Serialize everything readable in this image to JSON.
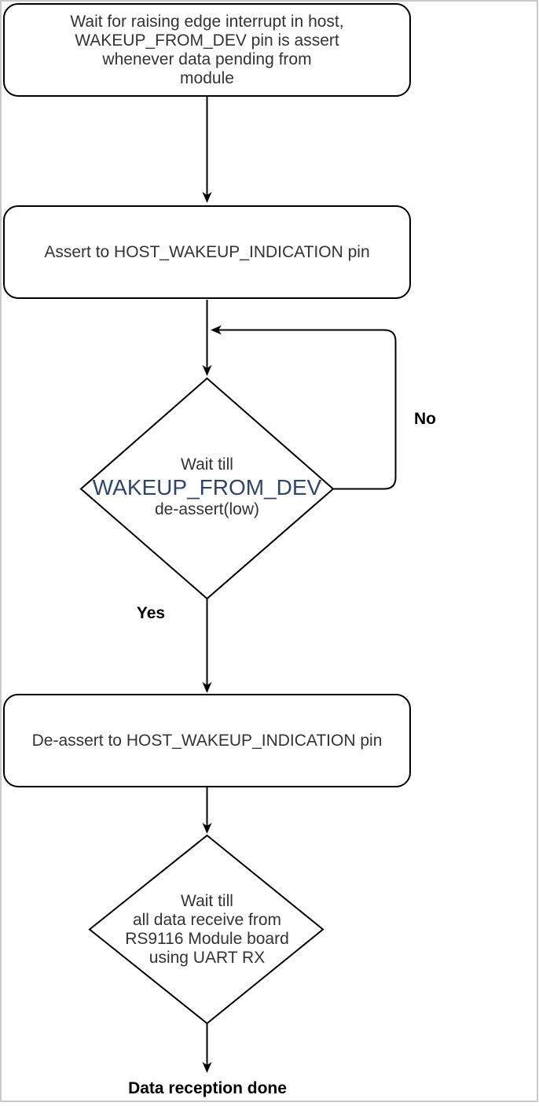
{
  "page": {
    "background_color": "#ffffff",
    "frame_border_color": "#c9c9c9"
  },
  "flowchart": {
    "type": "flowchart",
    "stroke_color": "#000000",
    "text_color": "#333333",
    "highlight_text_color": "#304668",
    "nodes": {
      "start": {
        "shape": "rounded-rectangle",
        "label": "Wait for raising edge interrupt in host,\nWAKEUP_FROM_DEV pin is assert\nwhenever data pending from\nmodule"
      },
      "assert_indication": {
        "shape": "rounded-rectangle",
        "label": "Assert to HOST_WAKEUP_INDICATION pin"
      },
      "wait_deassert": {
        "shape": "diamond",
        "line1": "Wait till",
        "line2": "WAKEUP_FROM_DEV",
        "line3": "de-assert(low)"
      },
      "deassert_indication": {
        "shape": "rounded-rectangle",
        "label": "De-assert to HOST_WAKEUP_INDICATION pin"
      },
      "wait_data": {
        "shape": "diamond",
        "label": "Wait till\nall data receive from\nRS9116 Module board\nusing UART RX"
      },
      "done": {
        "shape": "text",
        "label": "Data reception done"
      }
    },
    "edge_labels": {
      "no": "No",
      "yes": "Yes"
    }
  }
}
